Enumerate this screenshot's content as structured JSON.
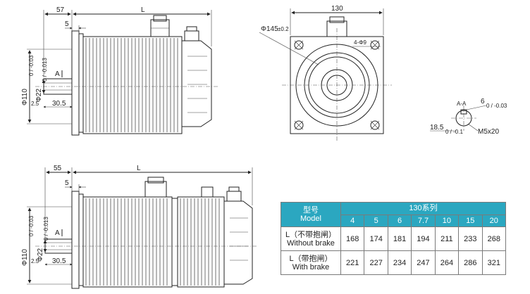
{
  "views": {
    "top_side": {
      "dim_flange_to_shaft": "57",
      "dim_body": "L",
      "dim_flange": "5",
      "dim_shaft_dia": "Φ110",
      "dim_shaft_dia_tol": "0 / -0.03",
      "dim_key_dia": "Φ22",
      "dim_key_dia_tol": "0 / -0.013",
      "dim_key_len": "30.5",
      "dim_step": "2.5",
      "section_mark": "A"
    },
    "front": {
      "dim_width": "130",
      "dim_pcd": "Φ145",
      "dim_pcd_tol": "±0.2",
      "dim_holes": "4-Φ9"
    },
    "section": {
      "title": "A-A",
      "dim_key_width": "6",
      "dim_key_width_tol": "0 / -0.03",
      "dim_key_height": "18.5",
      "dim_key_height_tol": "0 / -0.1",
      "dim_thread": "M5x20"
    },
    "bottom_side": {
      "dim_flange_to_shaft": "55",
      "dim_body": "L",
      "dim_flange": "5",
      "dim_shaft_dia": "Φ110",
      "dim_shaft_dia_tol": "0 / -0.03",
      "dim_key_dia": "Φ22",
      "dim_key_dia_tol": "0 / -0.013",
      "dim_key_len": "30.5",
      "dim_step": "2.5",
      "section_mark": "A"
    }
  },
  "table": {
    "model_cn": "型号",
    "model_en": "Model",
    "series": "130系列",
    "columns": [
      "4",
      "5",
      "6",
      "7.7",
      "10",
      "15",
      "20"
    ],
    "rows": [
      {
        "label_cn": "L（不带抱闸）",
        "label_en": "Without brake",
        "values": [
          "168",
          "174",
          "181",
          "194",
          "211",
          "233",
          "268"
        ]
      },
      {
        "label_cn": "L（带抱闸）",
        "label_en": "With brake",
        "values": [
          "221",
          "227",
          "234",
          "247",
          "264",
          "286",
          "321"
        ]
      }
    ]
  },
  "colors": {
    "table_header": "#2ba7c0",
    "line": "#222222"
  }
}
